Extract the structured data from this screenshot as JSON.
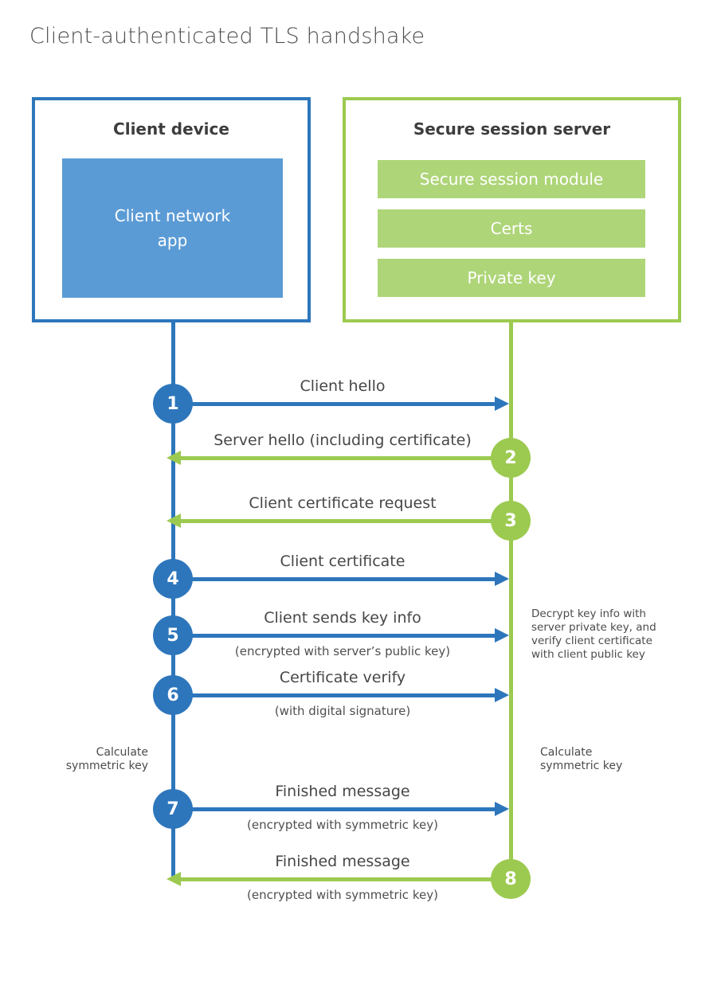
{
  "title": "Client-authenticated TLS handshake",
  "colors": {
    "blue": "#2d76bc",
    "blueFill": "#5b9bd5",
    "green": "#9cca50",
    "greenFill": "#aed578"
  },
  "client": {
    "title": "Client device",
    "app": "Client network app"
  },
  "server": {
    "title": "Secure session server",
    "modules": [
      "Secure session module",
      "Certs",
      "Private key"
    ]
  },
  "messages": [
    {
      "num": "1",
      "label": "Client hello",
      "from": "client",
      "to": "server"
    },
    {
      "num": "2",
      "label": "Server hello (including certificate)",
      "from": "server",
      "to": "client"
    },
    {
      "num": "3",
      "label": "Client certificate request",
      "from": "server",
      "to": "client"
    },
    {
      "num": "4",
      "label": "Client certificate",
      "from": "client",
      "to": "server"
    },
    {
      "num": "5",
      "label": "Client sends key info",
      "sublabel": "(encrypted with server’s public key)",
      "from": "client",
      "to": "server"
    },
    {
      "num": "6",
      "label": "Certificate verify",
      "sublabel": "(with digital signature)",
      "from": "client",
      "to": "server"
    },
    {
      "num": "7",
      "label": "Finished message",
      "sublabel": "(encrypted with symmetric key)",
      "from": "client",
      "to": "server"
    },
    {
      "num": "8",
      "label": "Finished message",
      "sublabel": "(encrypted with symmetric key)",
      "from": "server",
      "to": "client"
    }
  ],
  "notes": {
    "decrypt": "Decrypt key info with server private key, and verify client certificate with client public key",
    "calc_left": "Calculate symmetric key",
    "calc_right": "Calculate symmetric key"
  }
}
